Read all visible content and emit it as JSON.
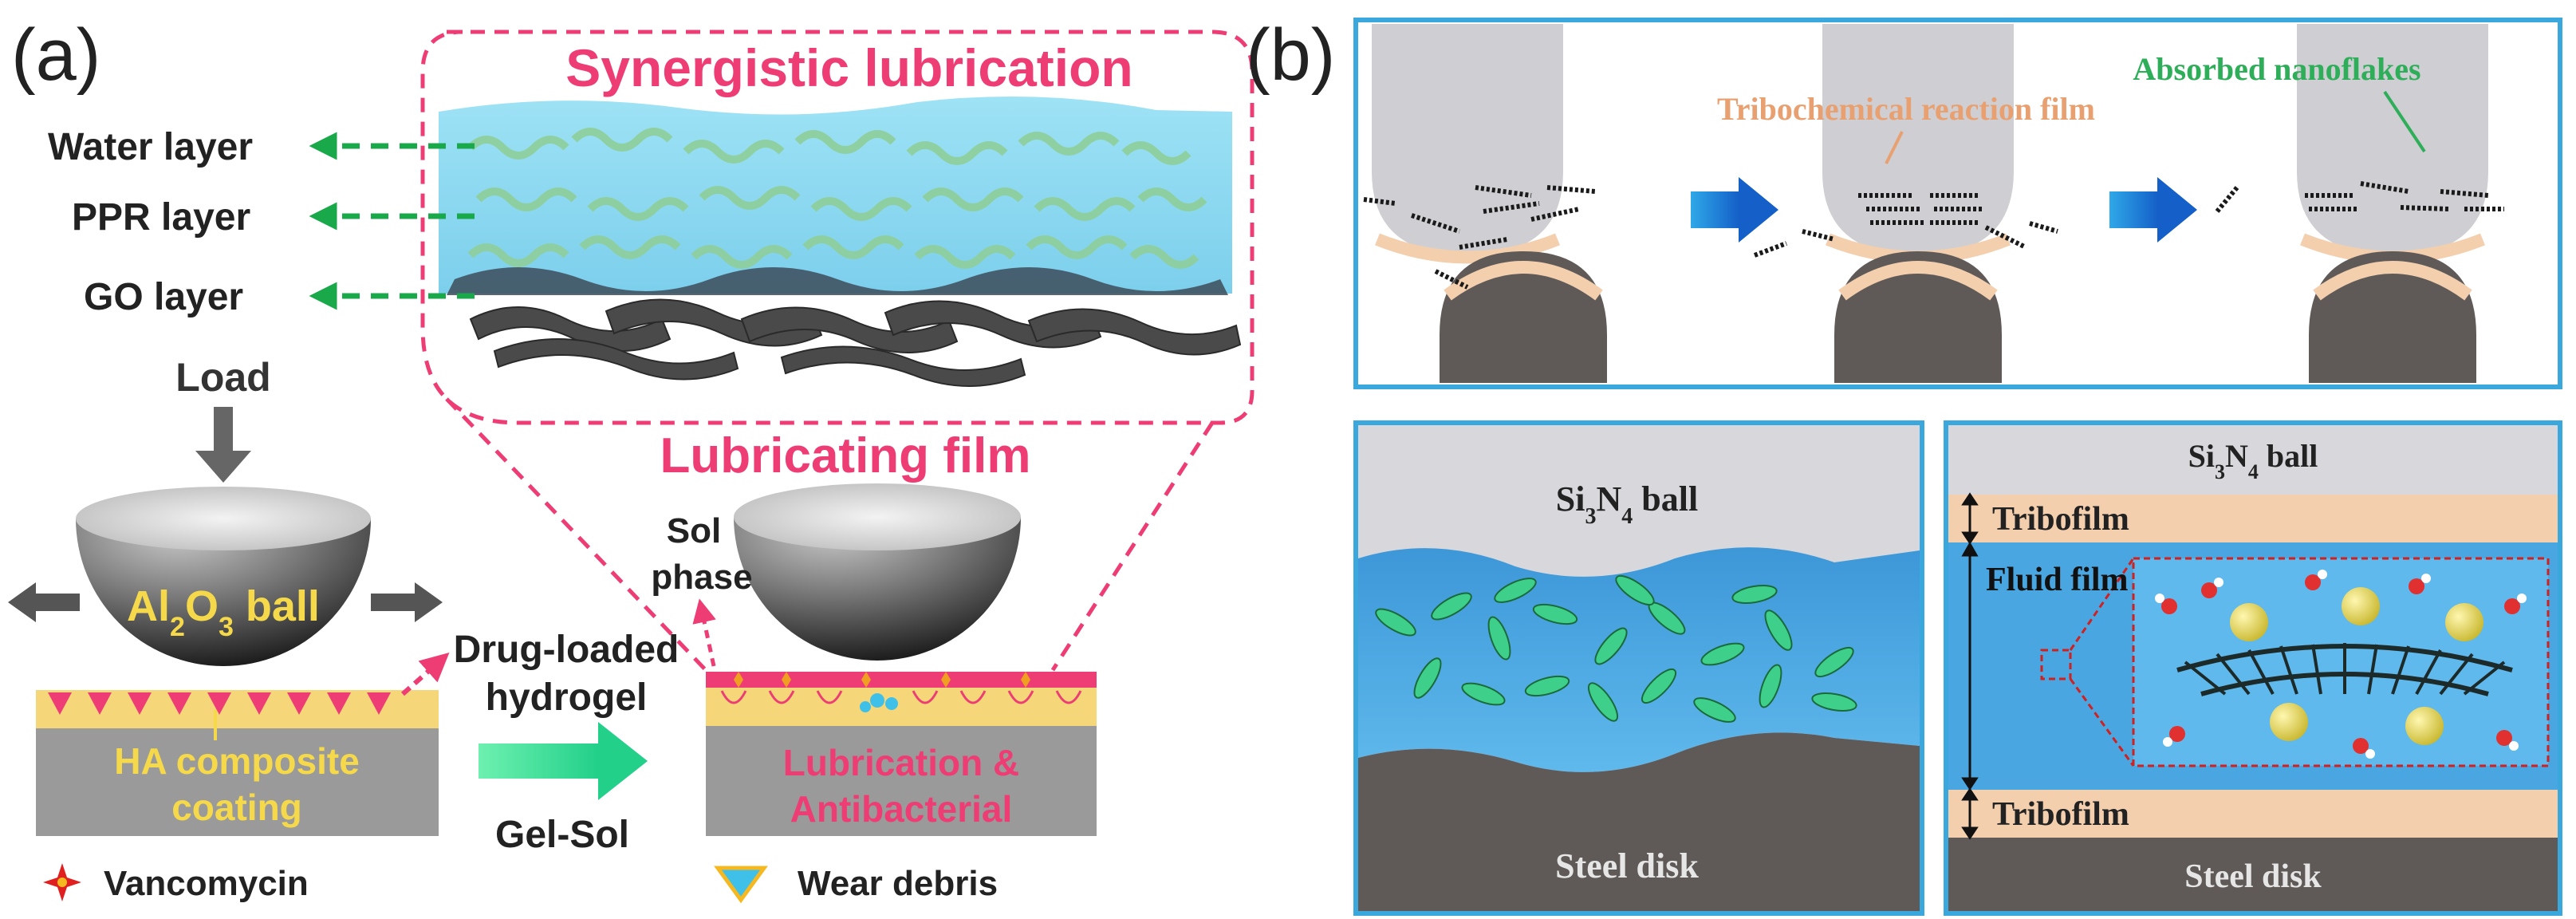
{
  "panel_a": {
    "label": "(a)",
    "synergistic_title": "Synergistic lubrication",
    "layers": {
      "water": "Water layer",
      "ppr": "PPR layer",
      "go": "GO layer"
    },
    "load": "Load",
    "ball_left_prefix": "Al",
    "ball_left_sub1": "2",
    "ball_left_mid": "O",
    "ball_left_sub2": "3",
    "ball_left_suffix": " ball",
    "lubricating_film": "Lubricating film",
    "sol_phase_line1": "Sol",
    "sol_phase_line2": "phase",
    "drug_loaded_line1": "Drug-loaded",
    "drug_loaded_line2": "hydrogel",
    "coating_line1": "HA composite",
    "coating_line2": "coating",
    "gel_sol": "Gel-Sol",
    "result_line1": "Lubrication &",
    "result_line2": "Antibacterial",
    "legend_vancomycin": "Vancomycin",
    "legend_wear_debris": "Wear debris",
    "colors": {
      "pink": "#ee3d75",
      "green_dash": "#1aa94a",
      "gold_text": "#f5d94a",
      "water": "#8ad8f0",
      "coating": "#f5d77a",
      "substrate": "#9a9a9a"
    }
  },
  "panel_b": {
    "label": "(b)",
    "top_label_reaction": "Tribochemical reaction film",
    "top_label_absorbed": "Absorbed nanoflakes",
    "bl_ball_prefix": "Si",
    "bl_ball_sub1": "3",
    "bl_ball_mid": "N",
    "bl_ball_sub2": "4",
    "bl_ball_suffix": " ball",
    "bl_disk": "Steel disk",
    "br_ball_prefix": "Si",
    "br_ball_sub1": "3",
    "br_ball_mid": "N",
    "br_ball_sub2": "4",
    "br_ball_suffix": " ball",
    "br_tribofilm_top": "Tribofilm",
    "br_fluid_film": "Fluid film",
    "br_tribofilm_bottom": "Tribofilm",
    "br_disk": "Steel disk",
    "colors": {
      "frame": "#3aa8dc",
      "reaction_text": "#e8a070",
      "absorbed_text": "#2fae5a",
      "ball": "#cfcfd3",
      "disk": "#5f5a58",
      "tribofilm": "#f3cfae",
      "fluid": "#4aa6e0"
    }
  }
}
